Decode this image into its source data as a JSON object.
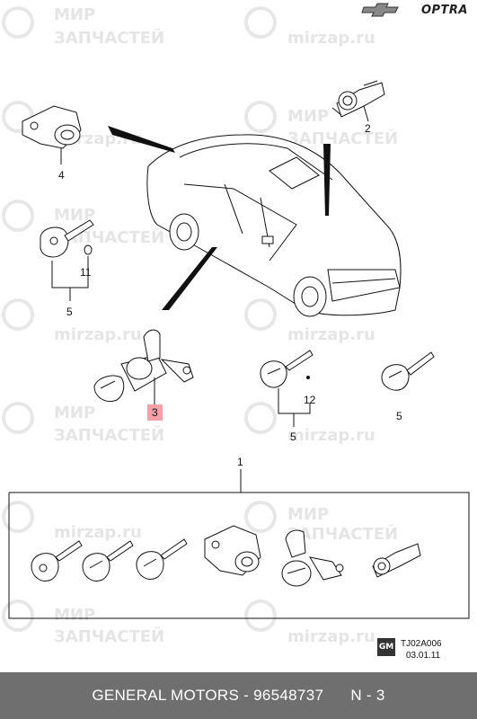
{
  "brand": {
    "model_label": "OPTRA",
    "logo_icon": "chevrolet-bowtie-icon"
  },
  "watermark": {
    "line1": "МИР",
    "line2": "ЗАПЧАСТЕЙ",
    "url": "mirzap.ru"
  },
  "callouts": {
    "c1": "1",
    "c2": "2",
    "c3": "3",
    "c4": "4",
    "c5a": "5",
    "c5b": "5",
    "c5c": "5",
    "c11": "11",
    "c12": "12"
  },
  "highlight_color": "#f4a0a8",
  "drawing_code": {
    "logo": "GM",
    "code": "TJ02A006",
    "date": "03.01.11"
  },
  "footer": {
    "text": "GENERAL MOTORS - 96548737      N - 3"
  }
}
